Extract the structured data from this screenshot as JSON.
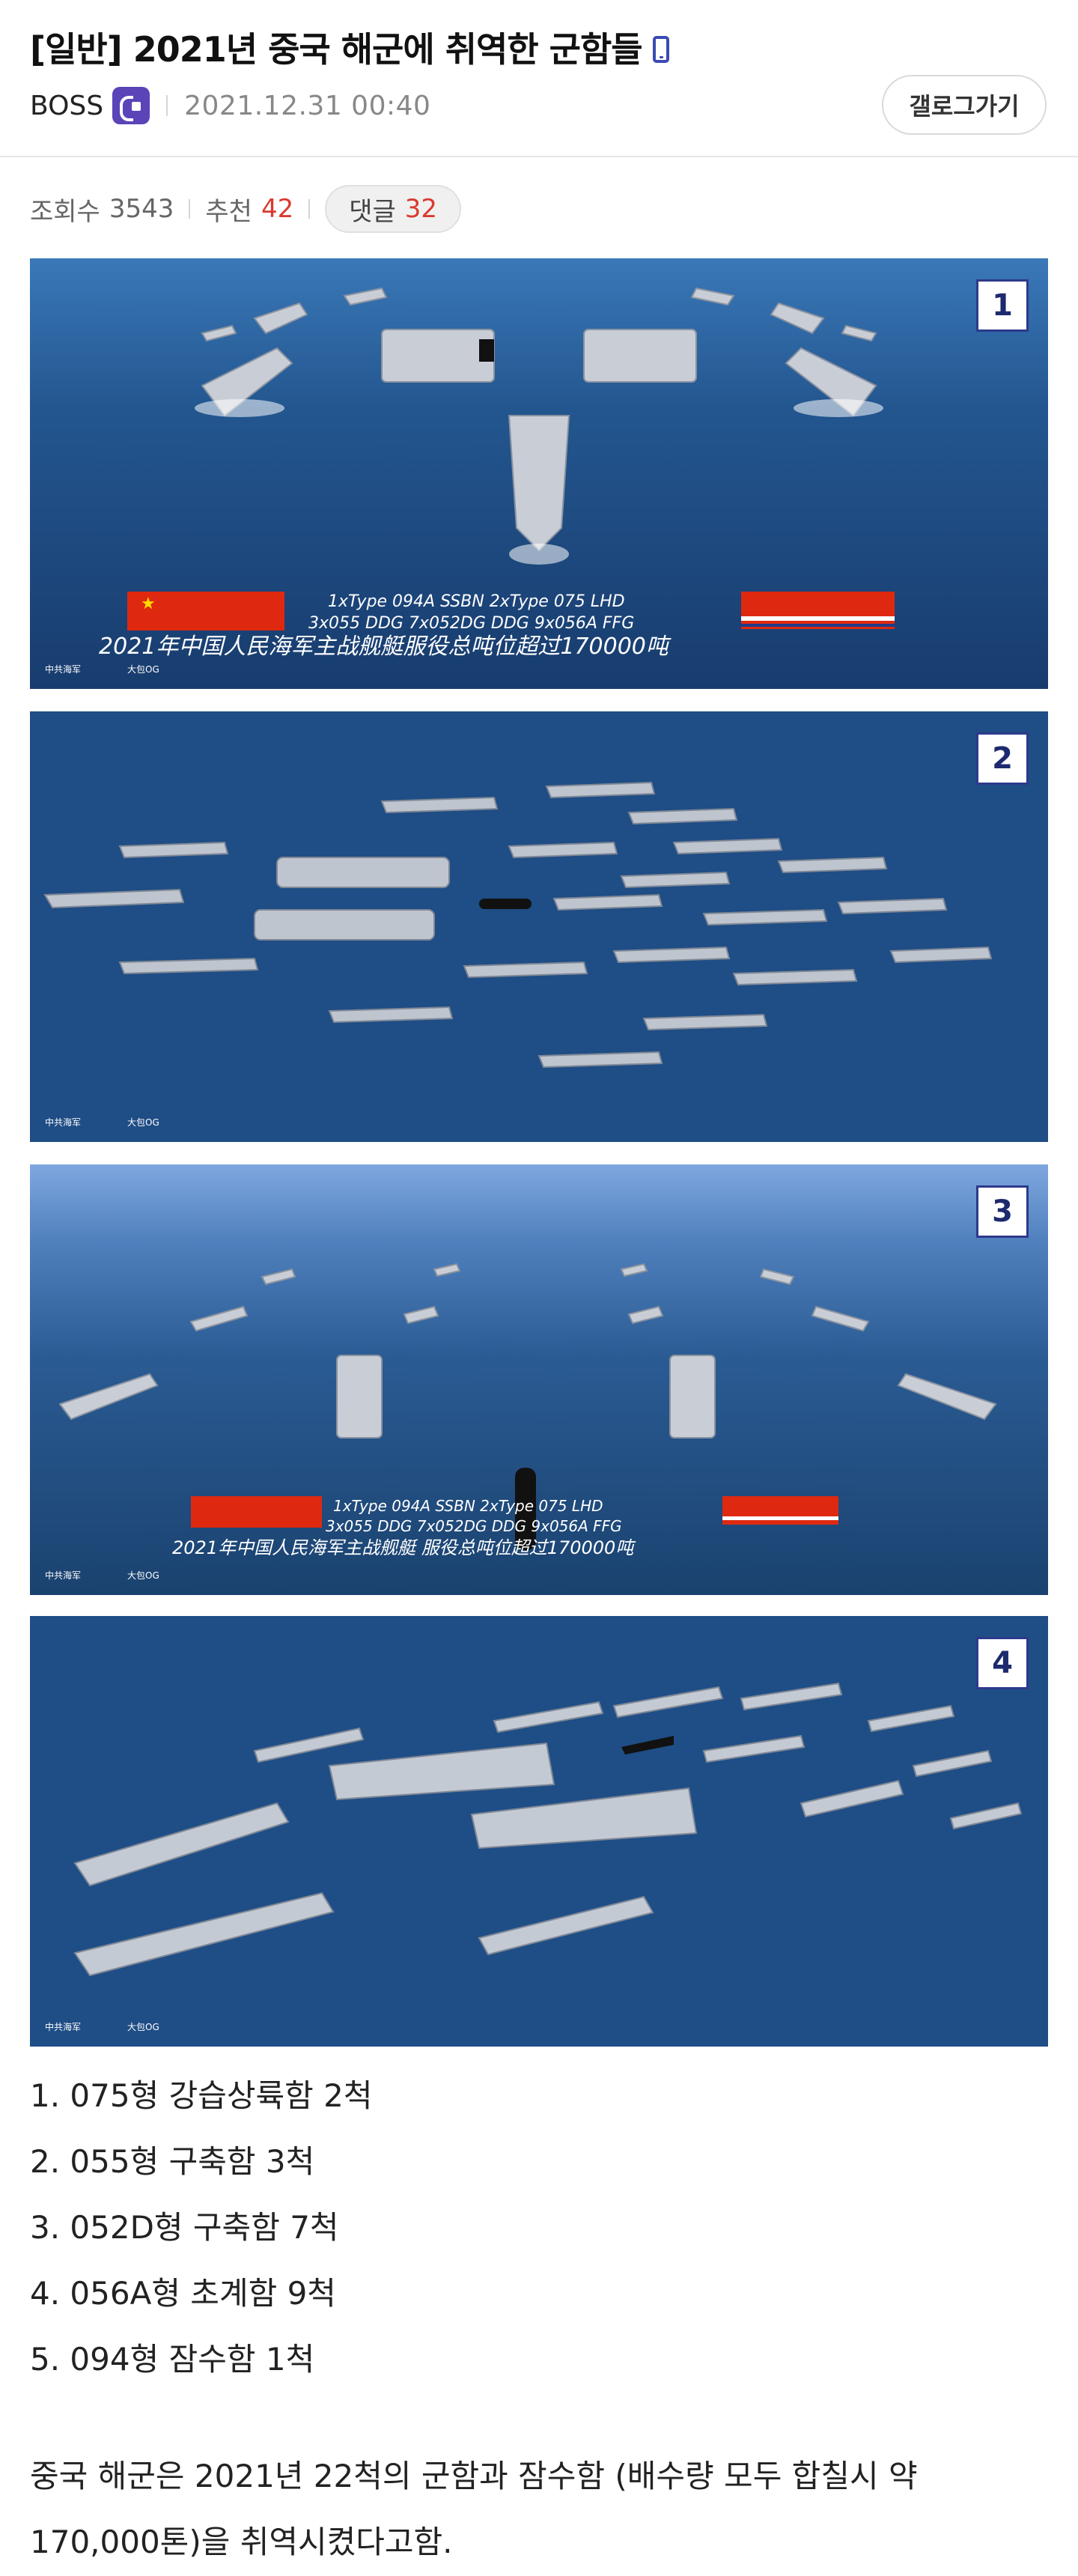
{
  "post": {
    "title": "[일반] 2021년 중국 해군에 취역한 군함들",
    "author": "BOSS",
    "date": "2021.12.31 00:40",
    "gallery_button": "갤로그가기",
    "views_label": "조회수",
    "views": "3543",
    "likes_label": "추천",
    "likes": "42",
    "comments_label": "댓글",
    "comments": "32"
  },
  "images": [
    {
      "number": "1",
      "caption_line1": "1xType 094A SSBN    2xType 075 LHD",
      "caption_line2": "3x055 DDG  7x052DG DDG  9x056A FFG",
      "caption_line3": "2021年中国人民海军主战舰艇服役总吨位超过170000吨",
      "logo": "中共海军",
      "watermark": "大包OG"
    },
    {
      "number": "2",
      "logo": "中共海军",
      "watermark": "大包OG"
    },
    {
      "number": "3",
      "caption_line1": "1xType 094A SSBN              2xType 075 LHD",
      "caption_line2": "3x055 DDG  7x052DG         DDG  9x056A FFG",
      "caption_line3": "2021年中国人民海军主战舰艇         服役总吨位超过170000吨",
      "logo": "中共海军",
      "watermark": "大包OG"
    },
    {
      "number": "4",
      "logo": "中共海军",
      "watermark": "大包OG"
    }
  ],
  "list": [
    "1. 075형 강습상륙함 2척",
    "2. 055형 구축함 3척",
    "3. 052D형 구축함 7척",
    "4. 056A형 초계함 9척",
    "5. 094형 잠수함 1척"
  ],
  "paragraph": "중국 해군은 2021년 22척의 군함과 잠수함 (배수량 모두 합칠시 약 170,000톤)을 취역시켰다고함.",
  "colors": {
    "sea_dark": "#1d4a80",
    "sea_light": "#2f6aa8",
    "comment_red": "#d93a2f",
    "accent_purple": "#5a44b8"
  }
}
